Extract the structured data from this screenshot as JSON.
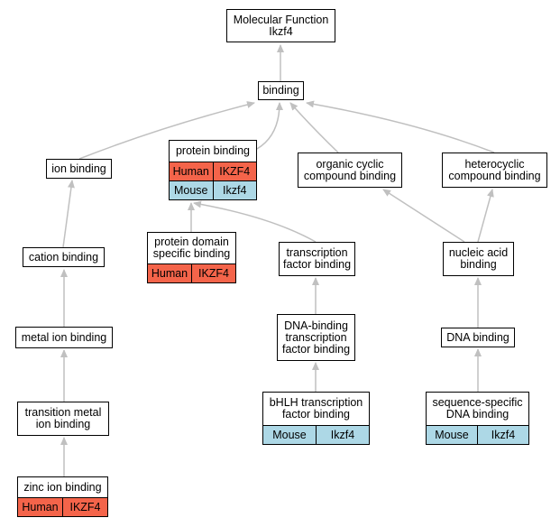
{
  "diagram": {
    "edge_color": "#c0c0c0",
    "colors": {
      "human": "#f4644a",
      "mouse": "#add8e6"
    },
    "nodes": {
      "molecular_function": {
        "title": "Molecular Function\nIkzf4"
      },
      "binding": {
        "title": "binding"
      },
      "ion_binding": {
        "title": "ion binding"
      },
      "protein_binding": {
        "title": "protein binding",
        "rows": [
          {
            "species": "Human",
            "gene": "IKZF4",
            "kind": "human"
          },
          {
            "species": "Mouse",
            "gene": "Ikzf4",
            "kind": "mouse"
          }
        ]
      },
      "organic_cyclic": {
        "title": "organic cyclic\ncompound binding"
      },
      "heterocyclic": {
        "title": "heterocyclic\ncompound binding"
      },
      "cation_binding": {
        "title": "cation binding"
      },
      "protein_domain": {
        "title": "protein domain\nspecific binding",
        "rows": [
          {
            "species": "Human",
            "gene": "IKZF4",
            "kind": "human"
          }
        ]
      },
      "tf_binding": {
        "title": "transcription\nfactor binding"
      },
      "nucleic_acid": {
        "title": "nucleic acid\nbinding"
      },
      "metal_ion": {
        "title": "metal ion binding"
      },
      "dna_binding_tf": {
        "title": "DNA-binding\ntranscription\nfactor binding"
      },
      "dna_binding": {
        "title": "DNA binding"
      },
      "transition_metal": {
        "title": "transition metal\nion binding"
      },
      "bhlh": {
        "title": "bHLH transcription\nfactor binding",
        "rows": [
          {
            "species": "Mouse",
            "gene": "Ikzf4",
            "kind": "mouse"
          }
        ]
      },
      "seq_specific": {
        "title": "sequence-specific\nDNA binding",
        "rows": [
          {
            "species": "Mouse",
            "gene": "Ikzf4",
            "kind": "mouse"
          }
        ]
      },
      "zinc_ion": {
        "title": "zinc ion binding",
        "rows": [
          {
            "species": "Human",
            "gene": "IKZF4",
            "kind": "human"
          }
        ]
      }
    },
    "edges": [
      {
        "from": "binding",
        "to": "molecular_function"
      },
      {
        "from": "ion_binding",
        "to": "binding"
      },
      {
        "from": "protein_binding",
        "to": "binding"
      },
      {
        "from": "organic_cyclic",
        "to": "binding"
      },
      {
        "from": "heterocyclic",
        "to": "binding"
      },
      {
        "from": "cation_binding",
        "to": "ion_binding"
      },
      {
        "from": "protein_domain",
        "to": "protein_binding"
      },
      {
        "from": "tf_binding",
        "to": "protein_binding"
      },
      {
        "from": "nucleic_acid",
        "to": "organic_cyclic"
      },
      {
        "from": "nucleic_acid",
        "to": "heterocyclic"
      },
      {
        "from": "metal_ion",
        "to": "cation_binding"
      },
      {
        "from": "dna_binding_tf",
        "to": "tf_binding"
      },
      {
        "from": "dna_binding",
        "to": "nucleic_acid"
      },
      {
        "from": "transition_metal",
        "to": "metal_ion"
      },
      {
        "from": "bhlh",
        "to": "dna_binding_tf"
      },
      {
        "from": "seq_specific",
        "to": "dna_binding"
      },
      {
        "from": "zinc_ion",
        "to": "transition_metal"
      }
    ]
  }
}
